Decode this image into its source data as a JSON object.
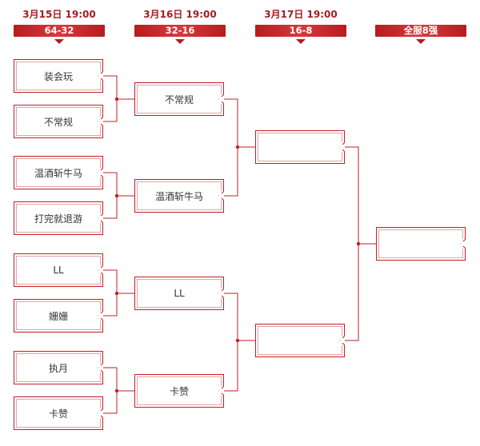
{
  "rounds": [
    {
      "time": "3月15日  19:00",
      "label": "64-32"
    },
    {
      "time": "3月16日  19:00",
      "label": "32-16"
    },
    {
      "time": "3月17日  19:00",
      "label": "16-8"
    },
    {
      "time": "",
      "label": "全服8强"
    }
  ],
  "bracket": {
    "round1": [
      "装会玩",
      "不常规",
      "温酒斩牛马",
      "打完就退游",
      "LL",
      "姗姗",
      "执月",
      "卡赞"
    ],
    "round2": [
      "不常规",
      "温酒斩牛马",
      "LL",
      "卡赞"
    ],
    "round3": [
      "",
      ""
    ],
    "final8": [
      ""
    ]
  },
  "colors": {
    "accent": "#c21f25",
    "inner_border": "#e5a3a5",
    "text": "#333333"
  }
}
